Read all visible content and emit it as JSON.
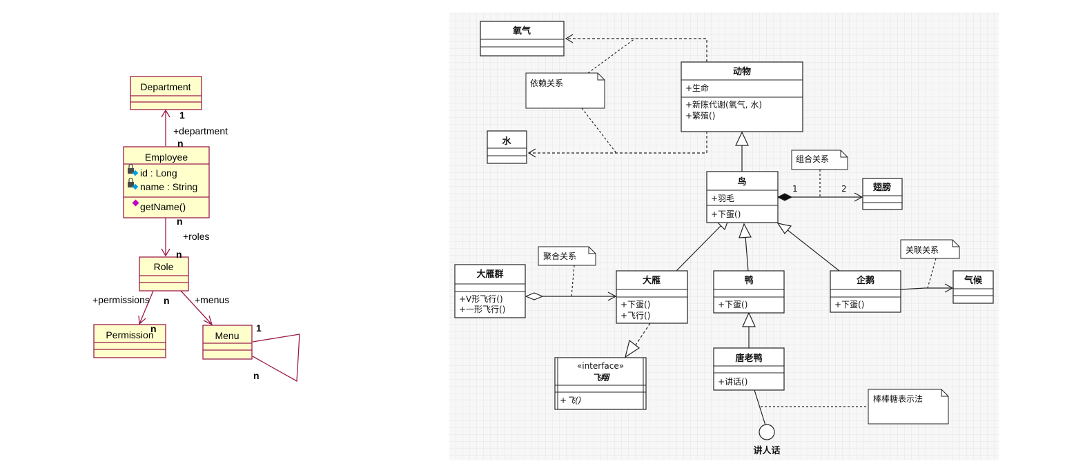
{
  "left": {
    "department": {
      "name": "Department"
    },
    "employee": {
      "name": "Employee",
      "attr1": "id : Long",
      "attr2": "name : String",
      "op1": "getName()"
    },
    "role": {
      "name": "Role"
    },
    "permission": {
      "name": "Permission"
    },
    "menu": {
      "name": "Menu"
    },
    "labels": {
      "dept_mult_1": "1",
      "department_role": "+department",
      "emp_mult_n_top": "n",
      "emp_mult_n_bottom": "n",
      "roles_role": "+roles",
      "role_mult_n": "n",
      "permissions_role": "+permissions",
      "perm_src_n": "n",
      "perm_mult_n": "n",
      "menus_role": "+menus",
      "menu_self_1": "1",
      "menu_self_n": "n"
    },
    "colors": {
      "box_fill": "#ffffcc",
      "border": "#9b1b4b",
      "icon_lock": "#4a4a4a",
      "icon_diamond": "#00a0e0",
      "op_diamond": "#c000c0"
    }
  },
  "right": {
    "oxygen": {
      "name": "氧气"
    },
    "water": {
      "name": "水"
    },
    "animal": {
      "name": "动物",
      "attr1": "+生命",
      "op1": "+新陈代谢(氧气, 水)",
      "op2": "+繁殖()"
    },
    "bird": {
      "name": "鸟",
      "attr1": "+羽毛",
      "op1": "+下蛋()"
    },
    "wing": {
      "name": "翅膀"
    },
    "goose_group": {
      "name": "大雁群",
      "op1": "+V形飞行()",
      "op2": "+一形飞行()"
    },
    "goose": {
      "name": "大雁",
      "op1": "+下蛋()",
      "op2": "+飞行()"
    },
    "duck": {
      "name": "鸭",
      "op1": "+下蛋()"
    },
    "penguin": {
      "name": "企鹅",
      "op1": "+下蛋()"
    },
    "climate": {
      "name": "气候"
    },
    "fly": {
      "stereotype": "«interface»",
      "name": "飞翔",
      "op1": "+飞()"
    },
    "donald": {
      "name": "唐老鸭",
      "op1": "+讲话()"
    },
    "speak": {
      "name": "讲人话"
    },
    "notes": {
      "dependency": "依赖关系",
      "composition": "组合关系",
      "aggregation": "聚合关系",
      "association": "关联关系",
      "lollipop": "棒棒糖表示法"
    },
    "mults": {
      "comp_1": "1",
      "comp_2": "2"
    },
    "colors": {
      "background": "#f7f7f7",
      "grid": "#e6e6e6",
      "line": "#222222"
    }
  }
}
